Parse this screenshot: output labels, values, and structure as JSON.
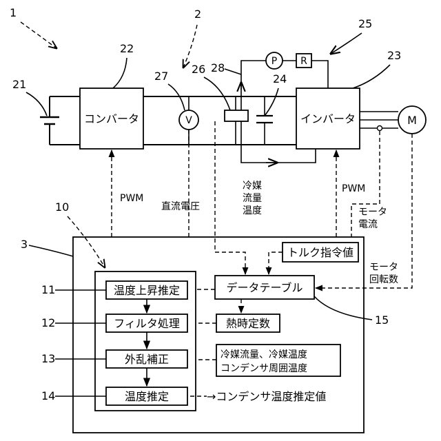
{
  "ref_numbers": {
    "system": "1",
    "power_section": "2",
    "controller": "3",
    "control_unit": "10",
    "temp_rise_est": "11",
    "filter_proc": "12",
    "disturbance_corr": "13",
    "temp_est": "14",
    "data_table": "15",
    "dc_source": "21",
    "converter": "22",
    "inverter": "23",
    "capacitor": "24",
    "refrigerant_loop": "25",
    "flow_sensor": "26",
    "voltmeter": "27",
    "pipe": "28"
  },
  "blocks": {
    "converter": "コンバータ",
    "inverter": "インバータ",
    "torque_cmd": "トルク指令値",
    "data_table": "データテーブル",
    "temp_rise_est": "温度上昇推定",
    "filter_proc": "フィルタ処理",
    "disturbance_corr": "外乱補正",
    "temp_est": "温度推定",
    "thermal_const": "熱時定数",
    "disturbance_inputs_line1": "冷媒流量、冷媒温度",
    "disturbance_inputs_line2": "コンデンサ周囲温度"
  },
  "circles": {
    "voltmeter": "V",
    "motor": "M",
    "pump": "P",
    "radiator": "R"
  },
  "signals": {
    "pwm_left": "PWM",
    "pwm_right": "PWM",
    "dc_voltage": "直流電圧",
    "refrigerant_line1": "冷媒",
    "refrigerant_line2": "流量",
    "refrigerant_line3": "温度",
    "motor_current_line1": "モータ",
    "motor_current_line2": "電流",
    "motor_speed_line1": "モータ",
    "motor_speed_line2": "回転数",
    "output": "→コンデンサ温度推定値"
  }
}
